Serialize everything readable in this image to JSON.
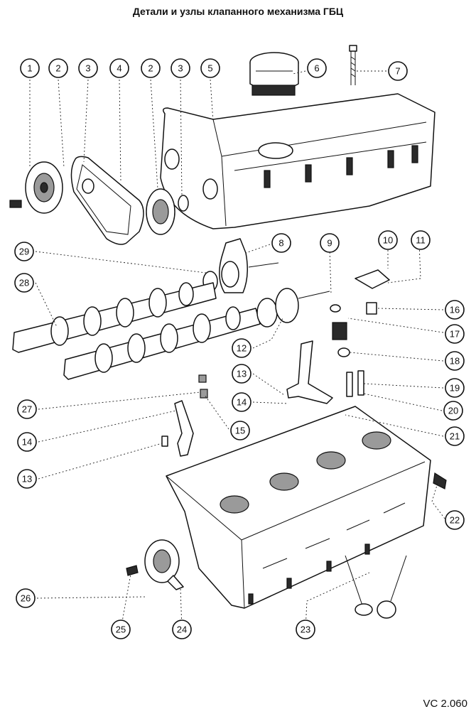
{
  "title": "Детали и узлы клапанного механизма ГБЦ",
  "figure_code": "VC 2.060",
  "callouts": [
    {
      "label": "1"
    },
    {
      "label": "2"
    },
    {
      "label": "3"
    },
    {
      "label": "4"
    },
    {
      "label": "2"
    },
    {
      "label": "3"
    },
    {
      "label": "5"
    },
    {
      "label": "6"
    },
    {
      "label": "7"
    },
    {
      "label": "8"
    },
    {
      "label": "9"
    },
    {
      "label": "10"
    },
    {
      "label": "11"
    },
    {
      "label": "29"
    },
    {
      "label": "28"
    },
    {
      "label": "16"
    },
    {
      "label": "17"
    },
    {
      "label": "12"
    },
    {
      "label": "18"
    },
    {
      "label": "13"
    },
    {
      "label": "19"
    },
    {
      "label": "14"
    },
    {
      "label": "20"
    },
    {
      "label": "27"
    },
    {
      "label": "15"
    },
    {
      "label": "21"
    },
    {
      "label": "14"
    },
    {
      "label": "13"
    },
    {
      "label": "22"
    },
    {
      "label": "26"
    },
    {
      "label": "25"
    },
    {
      "label": "24"
    },
    {
      "label": "23"
    }
  ]
}
